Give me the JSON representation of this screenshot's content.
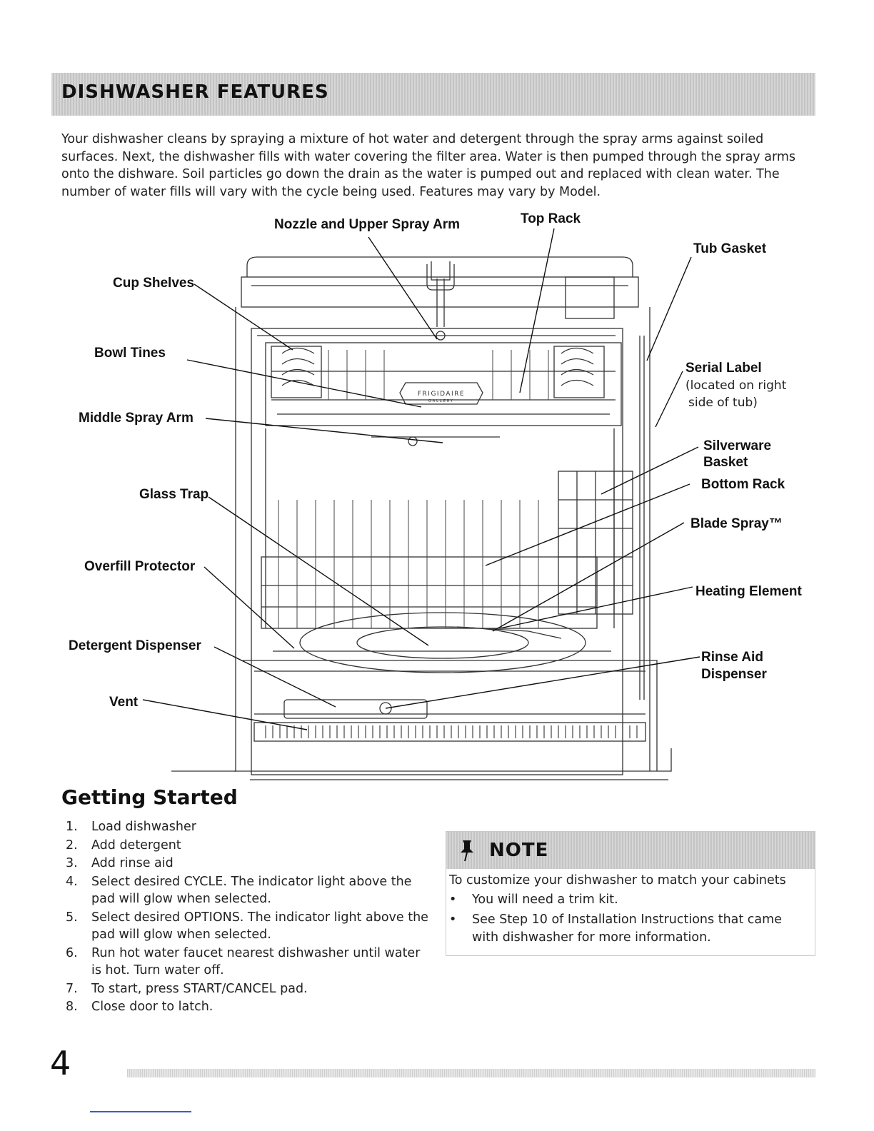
{
  "section": {
    "title": "DISHWASHER FEATURES"
  },
  "intro": {
    "text": "Your dishwasher cleans by spraying a mixture of hot water and detergent through the spray arms against soiled surfaces. Next, the dishwasher fills with water covering the filter area. Water is then pumped through the spray arms onto the dishware. Soil particles go down the drain as the water is pumped out and replaced with clean water. The number of water fills will vary with the cycle being used.  Features may vary by Model."
  },
  "diagram": {
    "brand": "FRIGIDAIRE",
    "brand_sub": "GALLERY",
    "labels": {
      "nozzle": "Nozzle and Upper Spray Arm",
      "top_rack": "Top Rack",
      "tub_gasket": "Tub Gasket",
      "cup_shelves": "Cup Shelves",
      "bowl_tines": "Bowl Tines",
      "middle_spray_arm": "Middle Spray Arm",
      "serial_label": "Serial Label",
      "serial_label_note_1": "(located on right",
      "serial_label_note_2": "side of tub)",
      "silverware_1": "Silverware",
      "silverware_2": "Basket",
      "bottom_rack": "Bottom Rack",
      "blade_spray": "Blade Spray™",
      "glass_trap": "Glass Trap",
      "overfill_protector": "Overfill Protector",
      "heating_element": "Heating Element",
      "detergent_dispenser": "Detergent Dispenser",
      "rinse_aid_1": "Rinse Aid",
      "rinse_aid_2": "Dispenser",
      "vent": "Vent"
    }
  },
  "getting_started": {
    "title": "Getting Started",
    "steps": [
      {
        "num": "1.",
        "text": "Load dishwasher"
      },
      {
        "num": "2.",
        "text": "Add detergent"
      },
      {
        "num": "3.",
        "text": "Add rinse aid"
      },
      {
        "num": "4.",
        "text": "Select desired CYCLE. The indicator light above the pad will glow when selected."
      },
      {
        "num": "5.",
        "text": "Select desired OPTIONS. The indicator light above the pad will glow when selected."
      },
      {
        "num": "6.",
        "text": "Run hot water faucet nearest dishwasher until water is hot. Turn water off."
      },
      {
        "num": "7.",
        "text": "To start, press START/CANCEL pad."
      },
      {
        "num": "8.",
        "text": "Close door to latch."
      }
    ]
  },
  "note": {
    "icon": "pushpin-icon",
    "title": "NOTE",
    "intro": "To customize your dishwasher to match your cabinets",
    "bullets": [
      "You will need a trim kit.",
      "See Step 10 of Installation Instructions that came with dishwasher for more information."
    ]
  },
  "page": {
    "number": "4"
  }
}
